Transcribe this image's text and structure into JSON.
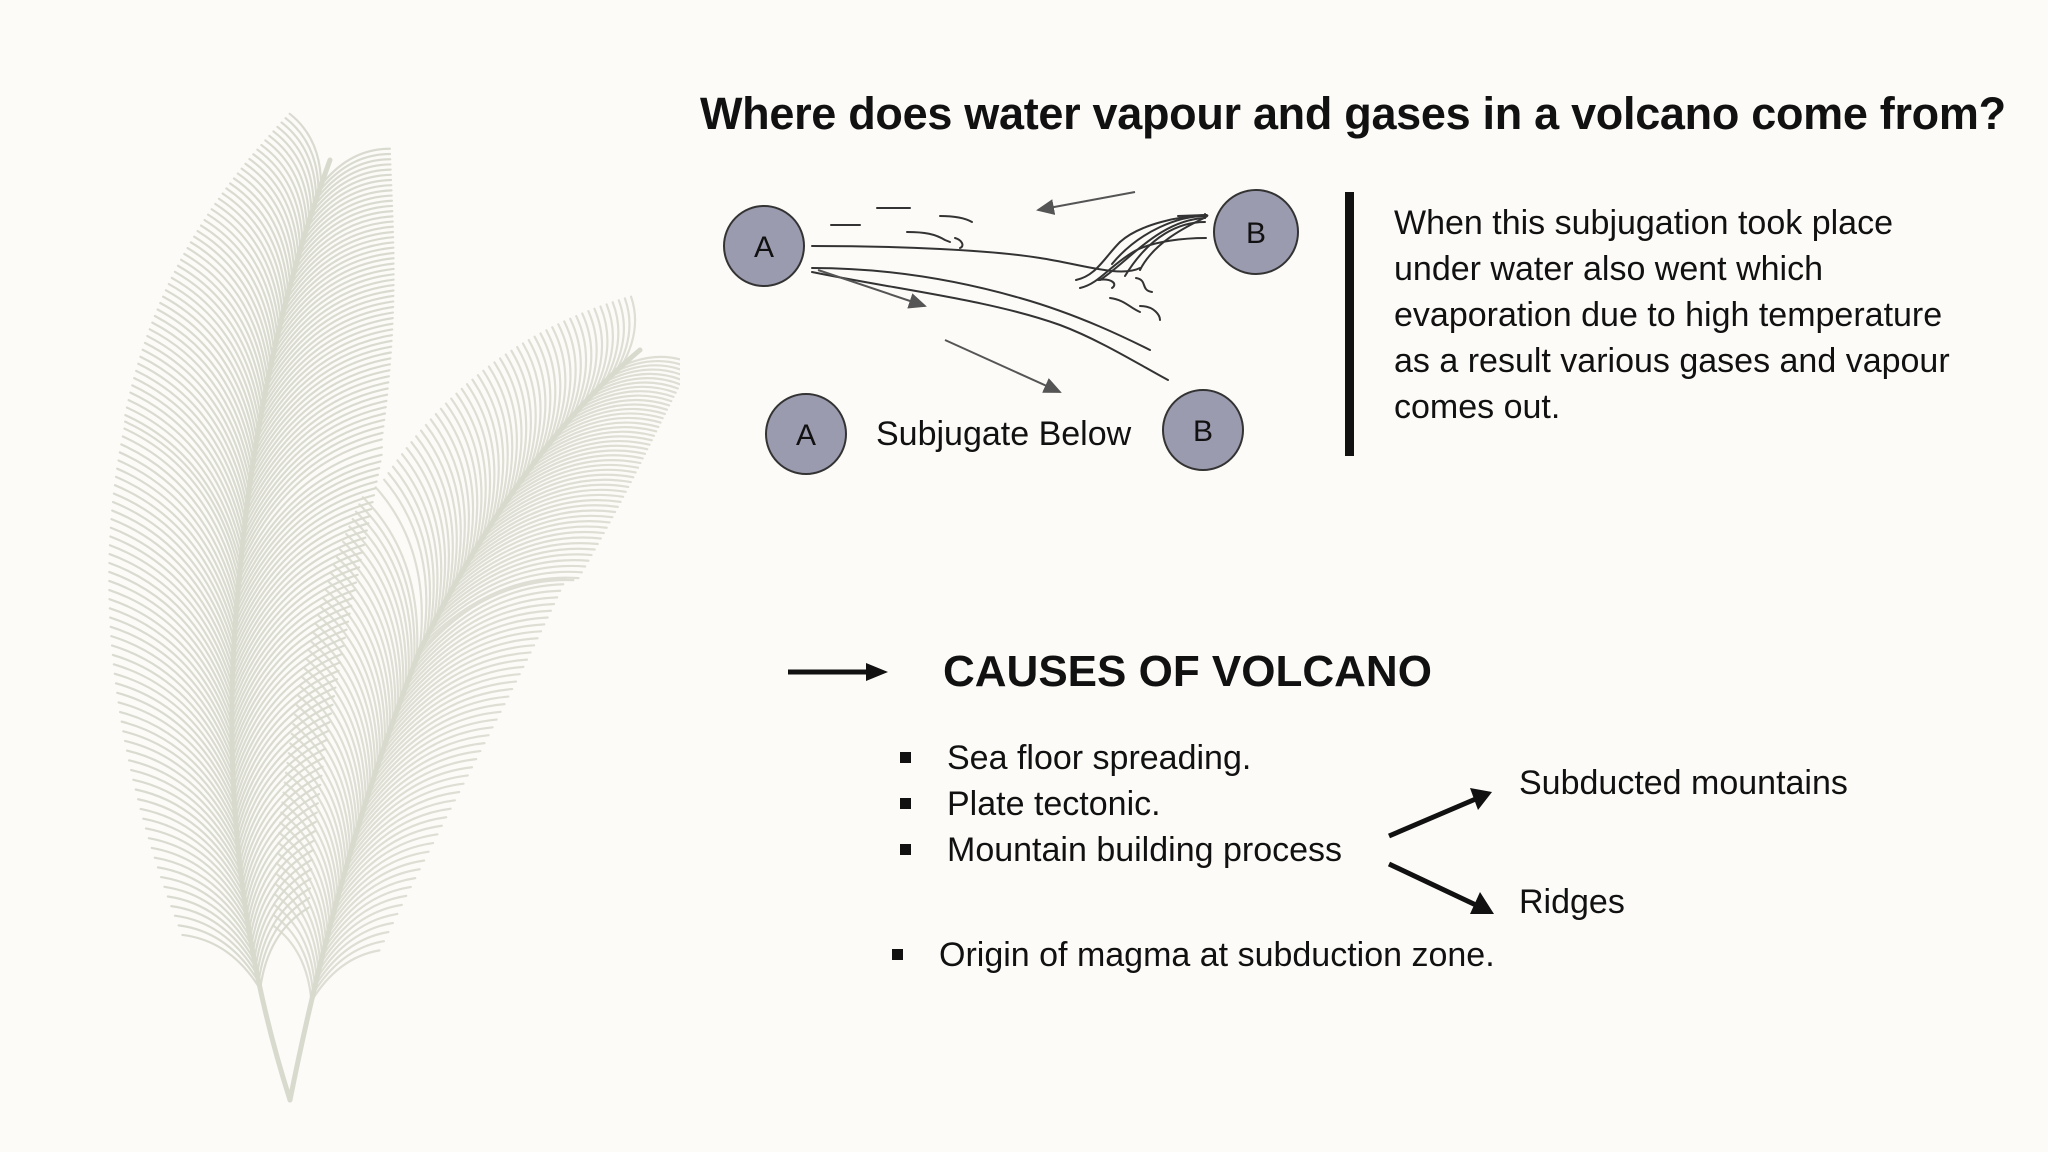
{
  "slide": {
    "title": "Where does water vapour and gases in a volcano come from?",
    "diagram": {
      "top_left_circle": "A",
      "top_right_circle": "B",
      "bottom_left_circle": "A",
      "bottom_right_circle": "B",
      "caption": "Subjugate Below"
    },
    "description": [
      "When this subjugation took place",
      "under water also went which",
      "evaporation due to high temperature",
      "as a result various gases and vapour",
      "comes out."
    ],
    "causes": {
      "heading": "CAUSES OF VOLCANO",
      "items": [
        "Sea floor spreading.",
        "Plate tectonic.",
        "Mountain building process",
        "Origin of magma at subduction zone."
      ],
      "branches": [
        "Subducted mountains",
        "Ridges"
      ]
    },
    "colors": {
      "background": "#fcfbf8",
      "circle_fill": "#9b9bb0",
      "feather": "#d9dace",
      "text": "#111111"
    },
    "icons": [
      "feather-illustration",
      "arrow-right-icon",
      "bullet-square-icon"
    ]
  }
}
